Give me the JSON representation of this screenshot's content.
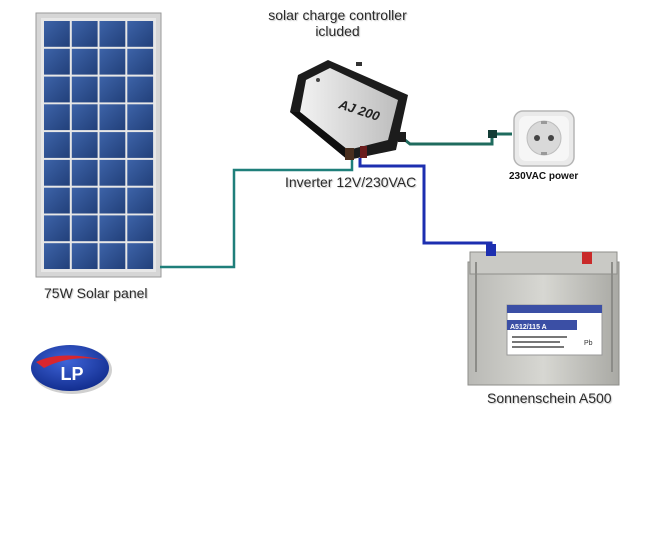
{
  "labels": {
    "controller_line1": "solar charge controller",
    "controller_line2": "icluded",
    "inverter": "Inverter 12V/230VAC",
    "outlet": "230VAC power",
    "panel": "75W Solar panel",
    "battery": "Sonnenschein A500"
  },
  "device_text": {
    "inverter_model": "AJ 200",
    "battery_model": "A512/115 A",
    "logo": "LP",
    "battery_pb": "Pb"
  },
  "colors": {
    "panel_wire": "#1f7f7a",
    "outlet_wire": "#1f6b5e",
    "battery_wire": "#1d2fb0",
    "panel_cell": "#2a4d8f",
    "logo_blue": "#1a3aa8",
    "logo_red": "#d8262e"
  }
}
